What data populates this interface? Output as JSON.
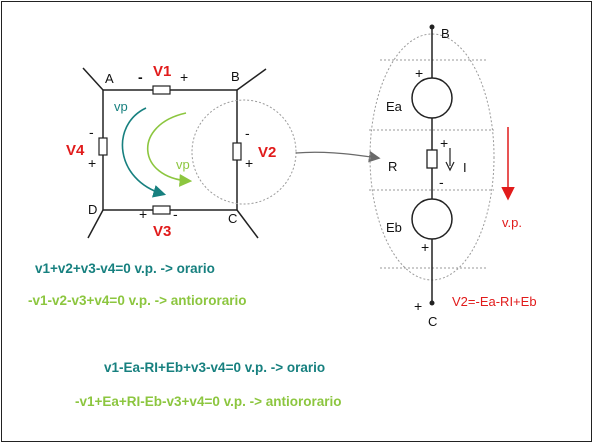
{
  "colors": {
    "teal": "#17807f",
    "green": "#8cc63f",
    "red": "#e11b1b",
    "dash": "#9a9a9a"
  },
  "left_circuit": {
    "nodes": {
      "A": "A",
      "B": "B",
      "C": "C",
      "D": "D"
    },
    "v1": "V1",
    "v2": "V2",
    "v3": "V3",
    "v4": "V4",
    "vp_inner": "vp",
    "vp_outer": "vp",
    "plus": "+",
    "minus": "-"
  },
  "right_circuit": {
    "node_top": "B",
    "node_bottom": "C",
    "ea": "Ea",
    "r": "R",
    "i": "I",
    "eb": "Eb",
    "vp": "v.p.",
    "v2_equation": "V2=-Ea-RI+Eb",
    "plus": "+",
    "minus": "-"
  },
  "equations": {
    "eq1": "v1+v2+v3-v4=0  v.p. -> orario",
    "eq2": "-v1-v2-v3+v4=0  v.p. -> antiororario",
    "eq3": "v1-Ea-RI+Eb+v3-v4=0  v.p. -> orario",
    "eq4": "-v1+Ea+RI-Eb-v3+v4=0  v.p. -> antiororario"
  }
}
